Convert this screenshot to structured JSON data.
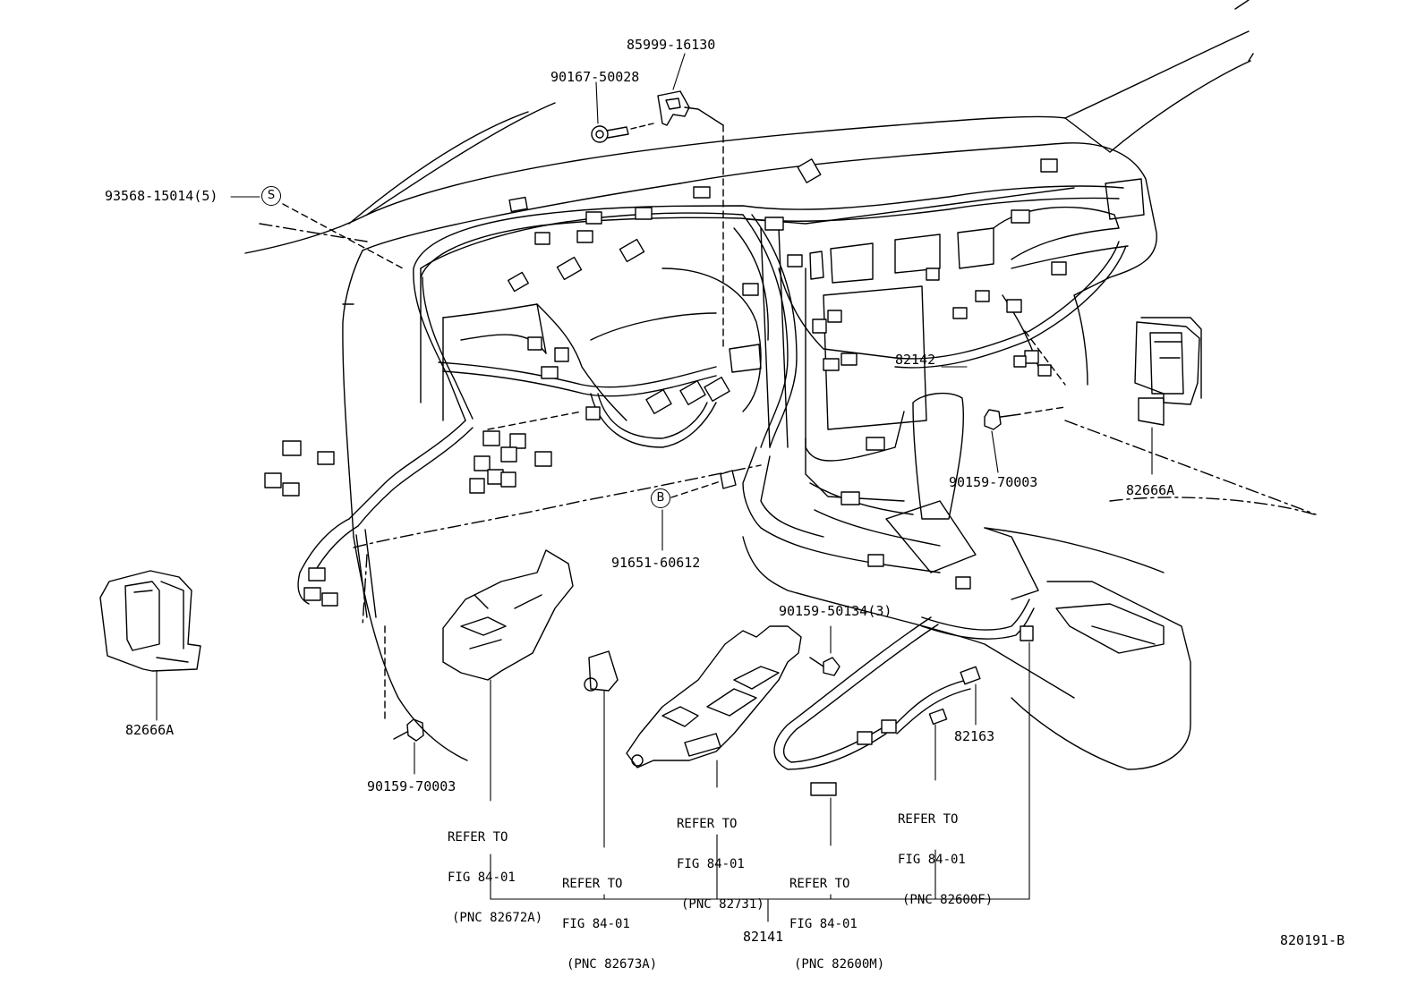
{
  "labels": {
    "p85999": "85999-16130",
    "p90167": "90167-50028",
    "p93568": "93568-15014(5)",
    "p82142": "82142",
    "p90159_right": "90159-70003",
    "p82666A_right": "82666A",
    "p91651": "91651-60612",
    "p90159_50134": "90159-50134(3)",
    "p82163": "82163",
    "p82666A_left": "82666A",
    "p90159_left": "90159-70003",
    "p82141": "82141",
    "drawing_no": "820191-B"
  },
  "markers": {
    "s": "S",
    "b": "B"
  },
  "refers": {
    "r82672A": [
      "REFER TO",
      "FIG 84-01",
      "(PNC 82672A)"
    ],
    "r82673A": [
      "REFER TO",
      "FIG 84-01",
      "(PNC 82673A)"
    ],
    "r82731": [
      "REFER TO",
      "FIG 84-01",
      "(PNC 82731)"
    ],
    "r82600M": [
      "REFER TO",
      "FIG 84-01",
      "(PNC 82600M)"
    ],
    "r82600F": [
      "REFER TO",
      "FIG 84-01",
      "(PNC 82600F)"
    ]
  }
}
